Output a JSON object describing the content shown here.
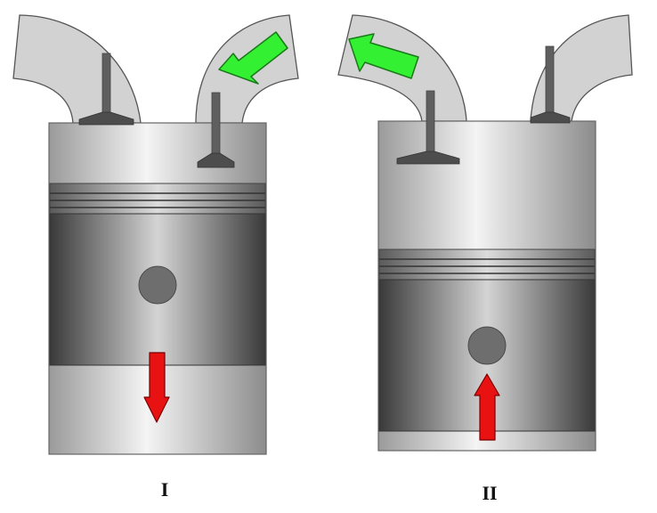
{
  "stages": [
    {
      "label": "I",
      "piston_motion": "down",
      "flow_arrow": "into-cylinder",
      "open_valve": "right"
    },
    {
      "label": "II",
      "piston_motion": "up",
      "flow_arrow": "out-of-cylinder",
      "open_valve": "left"
    }
  ],
  "colors": {
    "cylinder_light": "#f1f1f1",
    "cylinder_dark": "#8f8f8f",
    "piston_dark": "#3b3b3b",
    "piston_light": "#c9c9c9",
    "port": "#d2d2d2",
    "valve": "#5a5a5a",
    "pin": "#6e6e6e",
    "green_arrow": "#33f033",
    "red_arrow": "#e81212",
    "outline": "#555555"
  }
}
